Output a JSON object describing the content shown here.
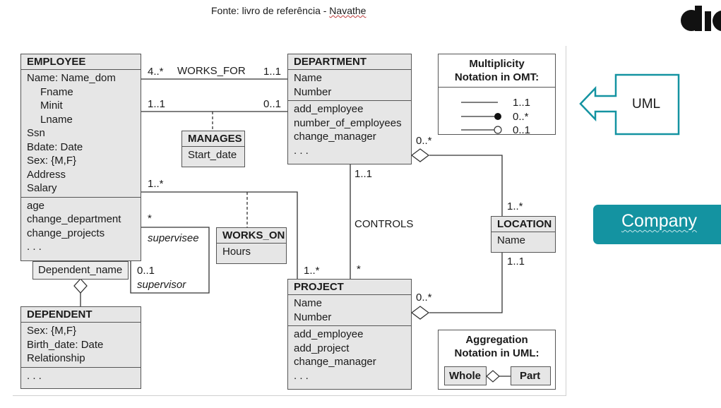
{
  "source_caption": {
    "prefix": "Fonte: livro de referência - ",
    "author": "Navathe"
  },
  "uml_callout_label": "UML",
  "company_button_label": "Company",
  "colors": {
    "accent": "#1493a1",
    "box_fill": "#e6e6e6",
    "callout_border": "#1493a1"
  },
  "classes": {
    "employee": {
      "name": "EMPLOYEE",
      "attributes": [
        "Name: Name_dom",
        "Fname",
        "Minit",
        "Lname",
        "Ssn",
        "Bdate: Date",
        "Sex: {M,F}",
        "Address",
        "Salary"
      ],
      "operations": [
        "age",
        "change_department",
        "change_projects",
        ". . ."
      ]
    },
    "department": {
      "name": "DEPARTMENT",
      "attributes": [
        "Name",
        "Number"
      ],
      "operations": [
        "add_employee",
        "number_of_employees",
        "change_manager",
        ". . ."
      ]
    },
    "project": {
      "name": "PROJECT",
      "attributes": [
        "Name",
        "Number"
      ],
      "operations": [
        "add_employee",
        "add_project",
        "change_manager",
        ". . ."
      ]
    },
    "dependent": {
      "name": "DEPENDENT",
      "attributes": [
        "Sex: {M,F}",
        "Birth_date: Date",
        "Relationship"
      ],
      "operations": [
        ". . ."
      ]
    },
    "location": {
      "name": "LOCATION",
      "attributes": [
        "Name"
      ]
    }
  },
  "qualifier": "Dependent_name",
  "link_classes": {
    "manages": {
      "name": "MANAGES",
      "attribute": "Start_date"
    },
    "works_on": {
      "name": "WORKS_ON",
      "attribute": "Hours"
    }
  },
  "associations": {
    "works_for": "WORKS_FOR",
    "controls": "CONTROLS"
  },
  "roles": {
    "supervisee": "supervisee",
    "supervisor": "supervisor"
  },
  "multiplicities": {
    "works_for_emp": "4..*",
    "works_for_dept": "1..1",
    "manages_emp": "1..1",
    "manages_dept": "0..1",
    "works_on_emp": "1..*",
    "works_on_proj": "1..*",
    "supervisee": "*",
    "supervisor": "0..1",
    "controls_dept": "1..1",
    "controls_proj": "*",
    "dept_loc_dept": "0..*",
    "dept_loc_loc": "1..*",
    "proj_loc_proj": "0..*",
    "proj_loc_loc": "1..1"
  },
  "multiplicity_legend": {
    "title_line1": "Multiplicity",
    "title_line2": "Notation in OMT:",
    "rows": [
      "1..1",
      "0..*",
      "0..1"
    ]
  },
  "aggregation_legend": {
    "title_line1": "Aggregation",
    "title_line2": "Notation in UML:",
    "whole": "Whole",
    "part": "Part"
  }
}
